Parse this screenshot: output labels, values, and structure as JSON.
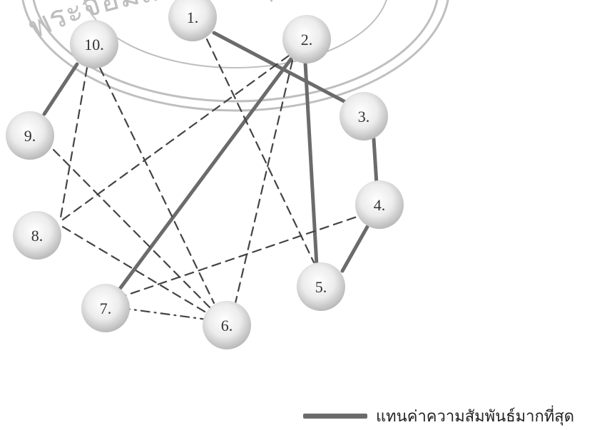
{
  "nodes": [
    {
      "id": 1,
      "label": "1."
    },
    {
      "id": 2,
      "label": "2."
    },
    {
      "id": 3,
      "label": "3."
    },
    {
      "id": 4,
      "label": "4."
    },
    {
      "id": 5,
      "label": "5."
    },
    {
      "id": 6,
      "label": "6."
    },
    {
      "id": 7,
      "label": "7."
    },
    {
      "id": 8,
      "label": "8."
    },
    {
      "id": 9,
      "label": "9."
    },
    {
      "id": 10,
      "label": "10."
    }
  ],
  "edges": [
    {
      "from": 1,
      "to": 3,
      "style": "solid"
    },
    {
      "from": 2,
      "to": 7,
      "style": "solid"
    },
    {
      "from": 2,
      "to": 5,
      "style": "solid"
    },
    {
      "from": 3,
      "to": 4,
      "style": "solid"
    },
    {
      "from": 4,
      "to": 5,
      "style": "solid"
    },
    {
      "from": 10,
      "to": 9,
      "style": "solid"
    },
    {
      "from": 1,
      "to": 5,
      "style": "dashed"
    },
    {
      "from": 2,
      "to": 8,
      "style": "dashed"
    },
    {
      "from": 2,
      "to": 6,
      "style": "dashed"
    },
    {
      "from": 10,
      "to": 8,
      "style": "dashed"
    },
    {
      "from": 10,
      "to": 6,
      "style": "dashed"
    },
    {
      "from": 9,
      "to": 6,
      "style": "dashed"
    },
    {
      "from": 8,
      "to": 6,
      "style": "dashed"
    },
    {
      "from": 7,
      "to": 4,
      "style": "dashed"
    },
    {
      "from": 7,
      "to": 6,
      "style": "dashdot"
    }
  ],
  "legend": {
    "label": "แทนค่าความสัมพันธ์มากที่สุด"
  },
  "watermark": {
    "text": "พระจอมเกล้าเจ้าคุณ"
  },
  "colors": {
    "line": "#6b6b6b",
    "node_center": "#ffffff",
    "node_edge": "#b8b8b8",
    "watermark": "#8c8c8c"
  }
}
